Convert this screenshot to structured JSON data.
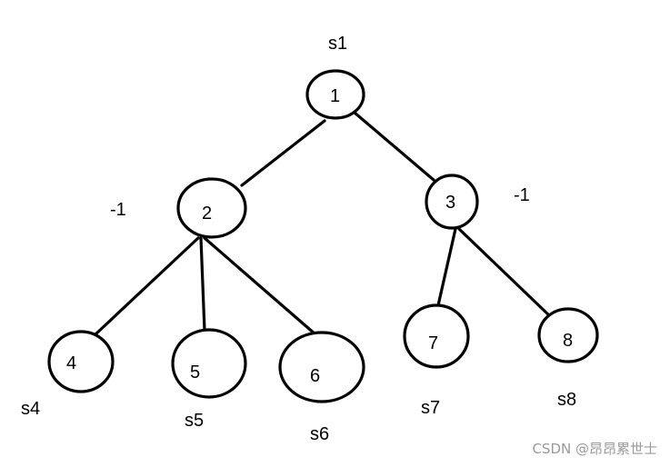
{
  "nodes": [
    {
      "id": "1",
      "label": "1",
      "state": "s1",
      "value": ""
    },
    {
      "id": "2",
      "label": "2",
      "state": "",
      "value": "-1"
    },
    {
      "id": "3",
      "label": "3",
      "state": "",
      "value": "-1"
    },
    {
      "id": "4",
      "label": "4",
      "state": "s4",
      "value": ""
    },
    {
      "id": "5",
      "label": "5",
      "state": "s5",
      "value": ""
    },
    {
      "id": "6",
      "label": "6",
      "state": "s6",
      "value": ""
    },
    {
      "id": "7",
      "label": "7",
      "state": "s7",
      "value": ""
    },
    {
      "id": "8",
      "label": "8",
      "state": "s8",
      "value": ""
    }
  ],
  "edges": [
    {
      "from": "1",
      "to": "2"
    },
    {
      "from": "1",
      "to": "3"
    },
    {
      "from": "2",
      "to": "4"
    },
    {
      "from": "2",
      "to": "5"
    },
    {
      "from": "2",
      "to": "6"
    },
    {
      "from": "3",
      "to": "7"
    },
    {
      "from": "3",
      "to": "8"
    }
  ],
  "watermark": "CSDN @昂昂累世士"
}
